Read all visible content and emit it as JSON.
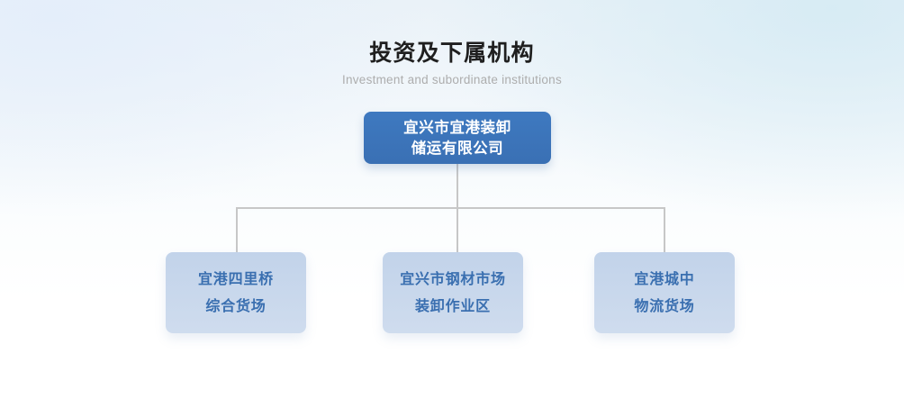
{
  "header": {
    "title": "投资及下属机构",
    "subtitle": "Investment and subordinate institutions"
  },
  "colors": {
    "root_node_bg": "#3b75bd",
    "root_node_text": "#ffffff",
    "child_node_bg": "#c6d5eb",
    "child_node_text": "#3a6fb0",
    "connector_line": "#c7c7c7",
    "title_text": "#1f1f1f",
    "subtitle_text": "#adadad",
    "background_top": "#eaf2f8",
    "background_bottom": "#ffffff"
  },
  "org_chart": {
    "root": {
      "name": "宜兴市宜港装卸储运有限公司",
      "lines": [
        "宜兴市宜港装卸",
        "储运有限公司"
      ]
    },
    "children": [
      {
        "name": "宜港四里桥综合货场",
        "lines": [
          "宜港四里桥",
          "综合货场"
        ]
      },
      {
        "name": "宜兴市钢材市场装卸作业区",
        "lines": [
          "宜兴市钢材市场",
          "装卸作业区"
        ]
      },
      {
        "name": "宜港城中物流货场",
        "lines": [
          "宜港城中",
          "物流货场"
        ]
      }
    ]
  }
}
